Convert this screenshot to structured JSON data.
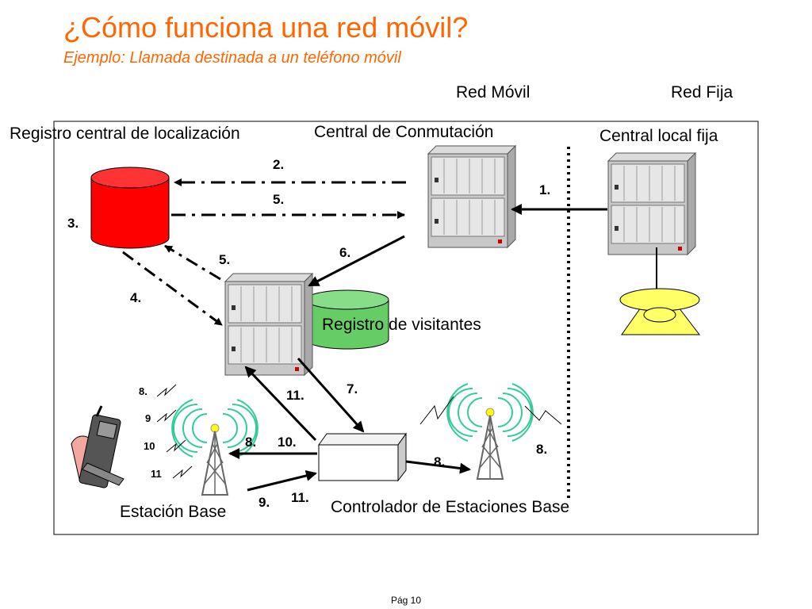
{
  "title": "¿Cómo funciona una red móvil?",
  "subtitle": "Ejemplo: Llamada destinada a un teléfono móvil",
  "labels": {
    "red_movil": "Red Móvil",
    "red_fija": "Red Fija",
    "registro_central": "Registro central de localización",
    "central_conmutacion": "Central de Conmutación",
    "central_local_fija": "Central local fija",
    "registro_visitantes": "Registro de visitantes",
    "estacion_base": "Estación Base",
    "controlador": "Controlador de Estaciones Base"
  },
  "steps": {
    "s1": "1.",
    "s2": "2.",
    "s3": "3.",
    "s4": "4.",
    "s5a": "5.",
    "s5b": "5.",
    "s6": "6.",
    "s7": "7.",
    "s8a": "8.",
    "s8b": "8.",
    "s8c": "8.",
    "s9": "9.",
    "s10": "10.",
    "s11a": "11.",
    "s11b": "11."
  },
  "signals": {
    "sig8": "8.",
    "sig9": "9",
    "sig10": "10",
    "sig11": "11"
  },
  "footer": "Pág 10",
  "colors": {
    "title": "#ff6600",
    "database_red": "#ff0000",
    "database_green": "#66cc66",
    "phone_yellow": "#ffff66"
  }
}
